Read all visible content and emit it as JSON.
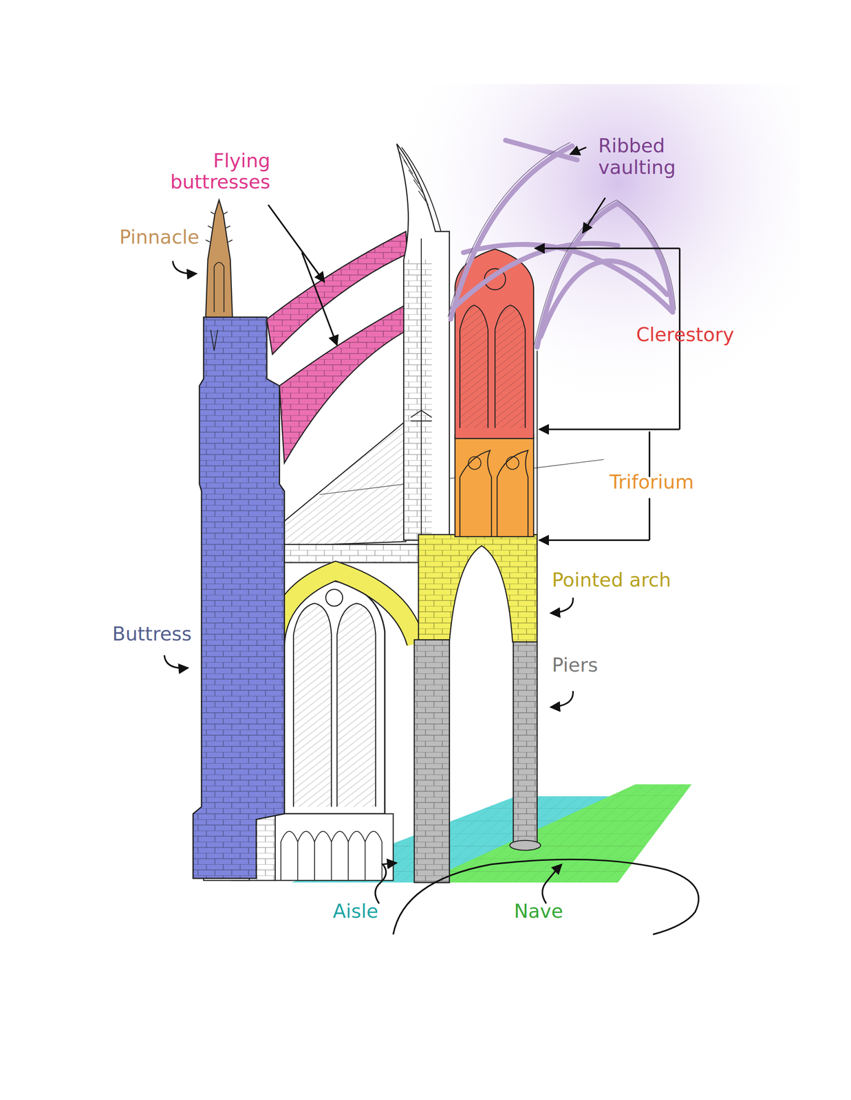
{
  "diagram": {
    "labels": [
      "Ribbed vaulting",
      "Flying buttresses",
      "Pinnacle",
      "Clerestory",
      "Triforium",
      "Pointed arch",
      "Buttress",
      "Piers",
      "Aisle",
      "Nave"
    ]
  }
}
